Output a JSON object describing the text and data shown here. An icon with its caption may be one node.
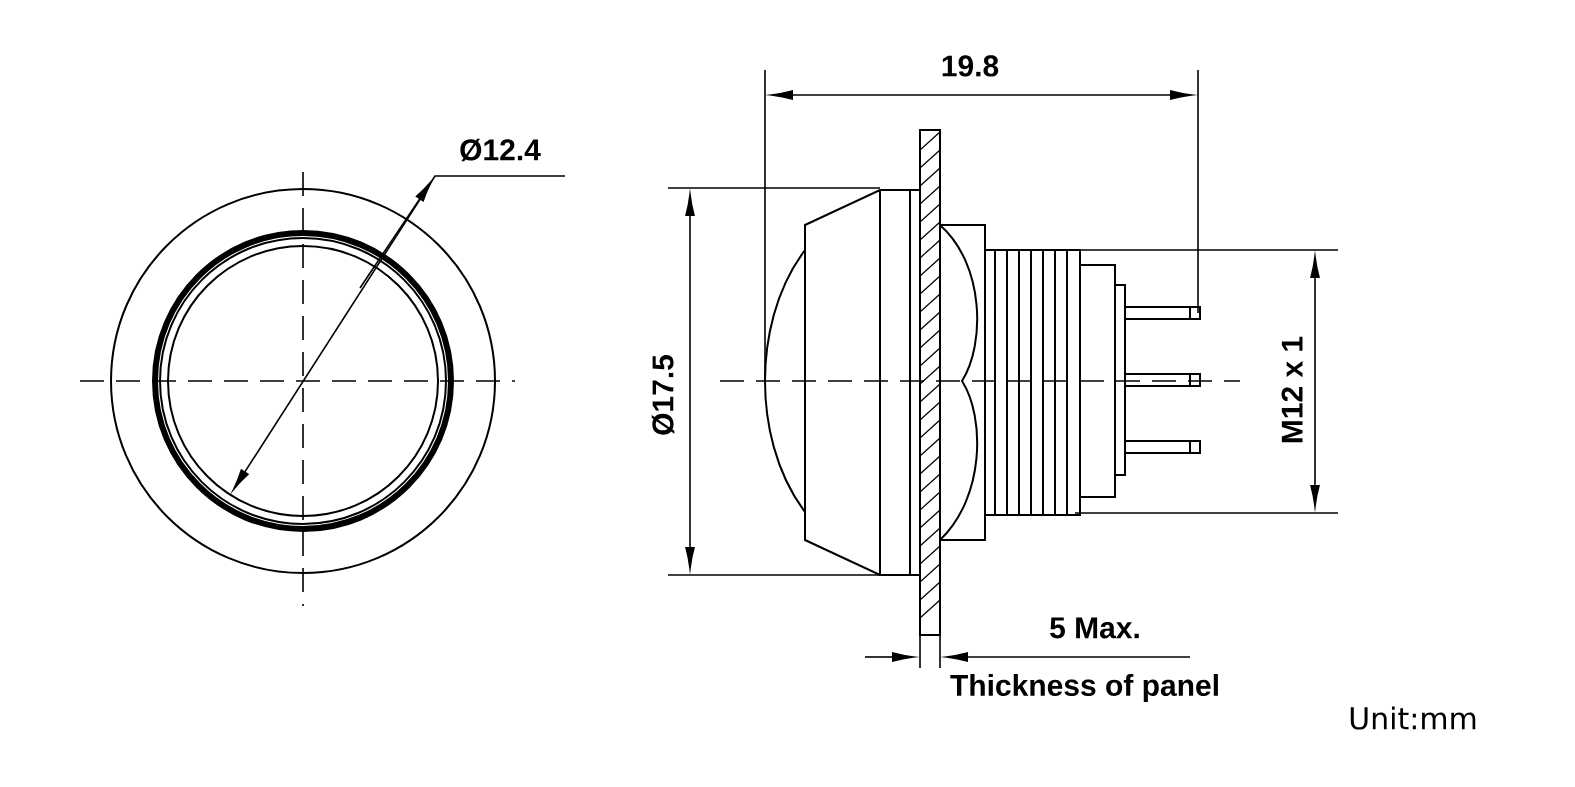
{
  "diagram": {
    "labels": [
      "19.8",
      "Ø12.4",
      "Ø17.5",
      "M12 x 1",
      "5 Max.",
      "Thickness of panel",
      "Unit:mm"
    ]
  }
}
